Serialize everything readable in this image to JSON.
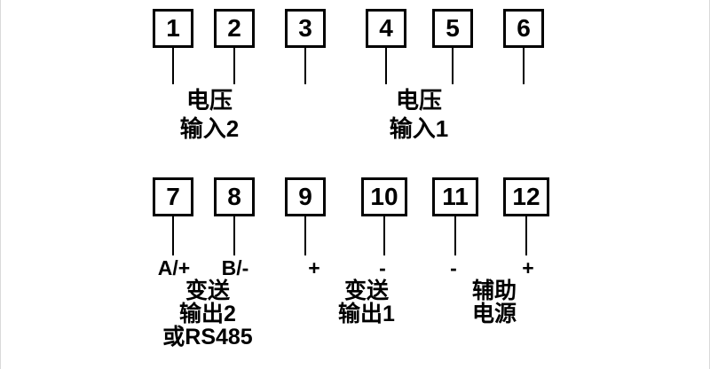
{
  "top_row": {
    "terminals": [
      {
        "number": "1"
      },
      {
        "number": "2"
      },
      {
        "number": "3"
      },
      {
        "number": "4"
      },
      {
        "number": "5"
      },
      {
        "number": "6"
      }
    ],
    "groups": [
      {
        "line1": "电压",
        "line2": "输入2"
      },
      {
        "line1": "电压",
        "line2": "输入1"
      }
    ]
  },
  "bottom_row": {
    "terminals": [
      {
        "number": "7"
      },
      {
        "number": "8"
      },
      {
        "number": "9"
      },
      {
        "number": "10"
      },
      {
        "number": "11"
      },
      {
        "number": "12"
      }
    ],
    "polarities": [
      "A/+",
      "B/-",
      "+",
      "-",
      "-",
      "+"
    ],
    "groups": [
      {
        "line1": "变送",
        "line2": "输出2",
        "line3": "或RS485"
      },
      {
        "line1": "变送",
        "line2": "输出1"
      },
      {
        "line1": "辅助",
        "line2": "电源"
      }
    ]
  },
  "colors": {
    "line": "#000000",
    "background": "#ffffff"
  }
}
